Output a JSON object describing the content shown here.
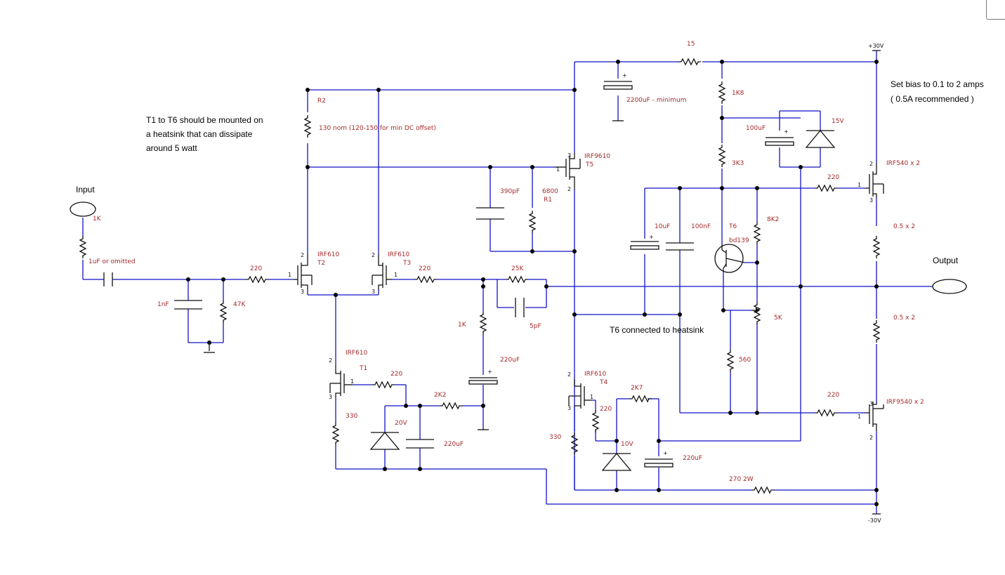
{
  "notes": {
    "heatsink_line1": "T1 to T6 should be mounted on",
    "heatsink_line2": "a heatsink that can dissipate",
    "heatsink_line3": "around 5 watt",
    "bias_line1": "Set bias to 0.1 to 2 amps",
    "bias_line2": "( 0.5A recommended )",
    "t6_note": "T6 connected to  heatsink"
  },
  "ports": {
    "input": "Input",
    "output": "Output",
    "vpos": "+30V",
    "vneg": "-30V"
  },
  "labels": {
    "r_in": "1K",
    "c_in": "1uF or omitted",
    "c_1nf": "1nF",
    "r_47k": "47K",
    "r_220_t2": "220",
    "r2_name": "R2",
    "r2_value": "130 nom (120-150  for min DC offset)",
    "t2_type": "IRF610",
    "t2_name": "T2",
    "t3_type": "IRF610",
    "t3_name": "T3",
    "r_220_t3": "220",
    "c_390p": "390pF",
    "r1_value": "6800",
    "r1_name": "R1",
    "t5_type": "IRF9610",
    "t5_name": "T5",
    "r_25k": "25K",
    "c_5p": "5pF",
    "r_1k_fb": "1K",
    "c_220u_fb": "220uF",
    "t1_type": "IRF610",
    "t1_name": "T1",
    "r_220_t1": "220",
    "r_2k2": "2K2",
    "z_20v": "20V",
    "c_220u_t1": "220uF",
    "r_330_t1": "330",
    "r_15": "15",
    "c_2200u": "2200uF - minimum",
    "r_1k8": "1K8",
    "c_100u": "100uF",
    "z_15v": "15V",
    "r_3k3": "3K3",
    "r_220_n": "220",
    "qn_type": "IRF540 x 2",
    "c_10u": "10uF",
    "c_100n": "100nF",
    "t6_name": "T6",
    "t6_type": "bd139",
    "r_8k2": "8K2",
    "p_5k": "5K",
    "r_560": "560",
    "r_05_top": "0.5 x 2",
    "r_05_bot": "0.5 x 2",
    "t4_type": "IRF610",
    "t4_name": "T4",
    "r_2k7": "2K7",
    "r_220_t4": "220",
    "r_330_t4": "330",
    "z_10v": "10V",
    "c_220u_t4": "220uF",
    "r_270": "270 2W",
    "r_220_p": "220",
    "qp_type": "IRF9540 x 2"
  }
}
